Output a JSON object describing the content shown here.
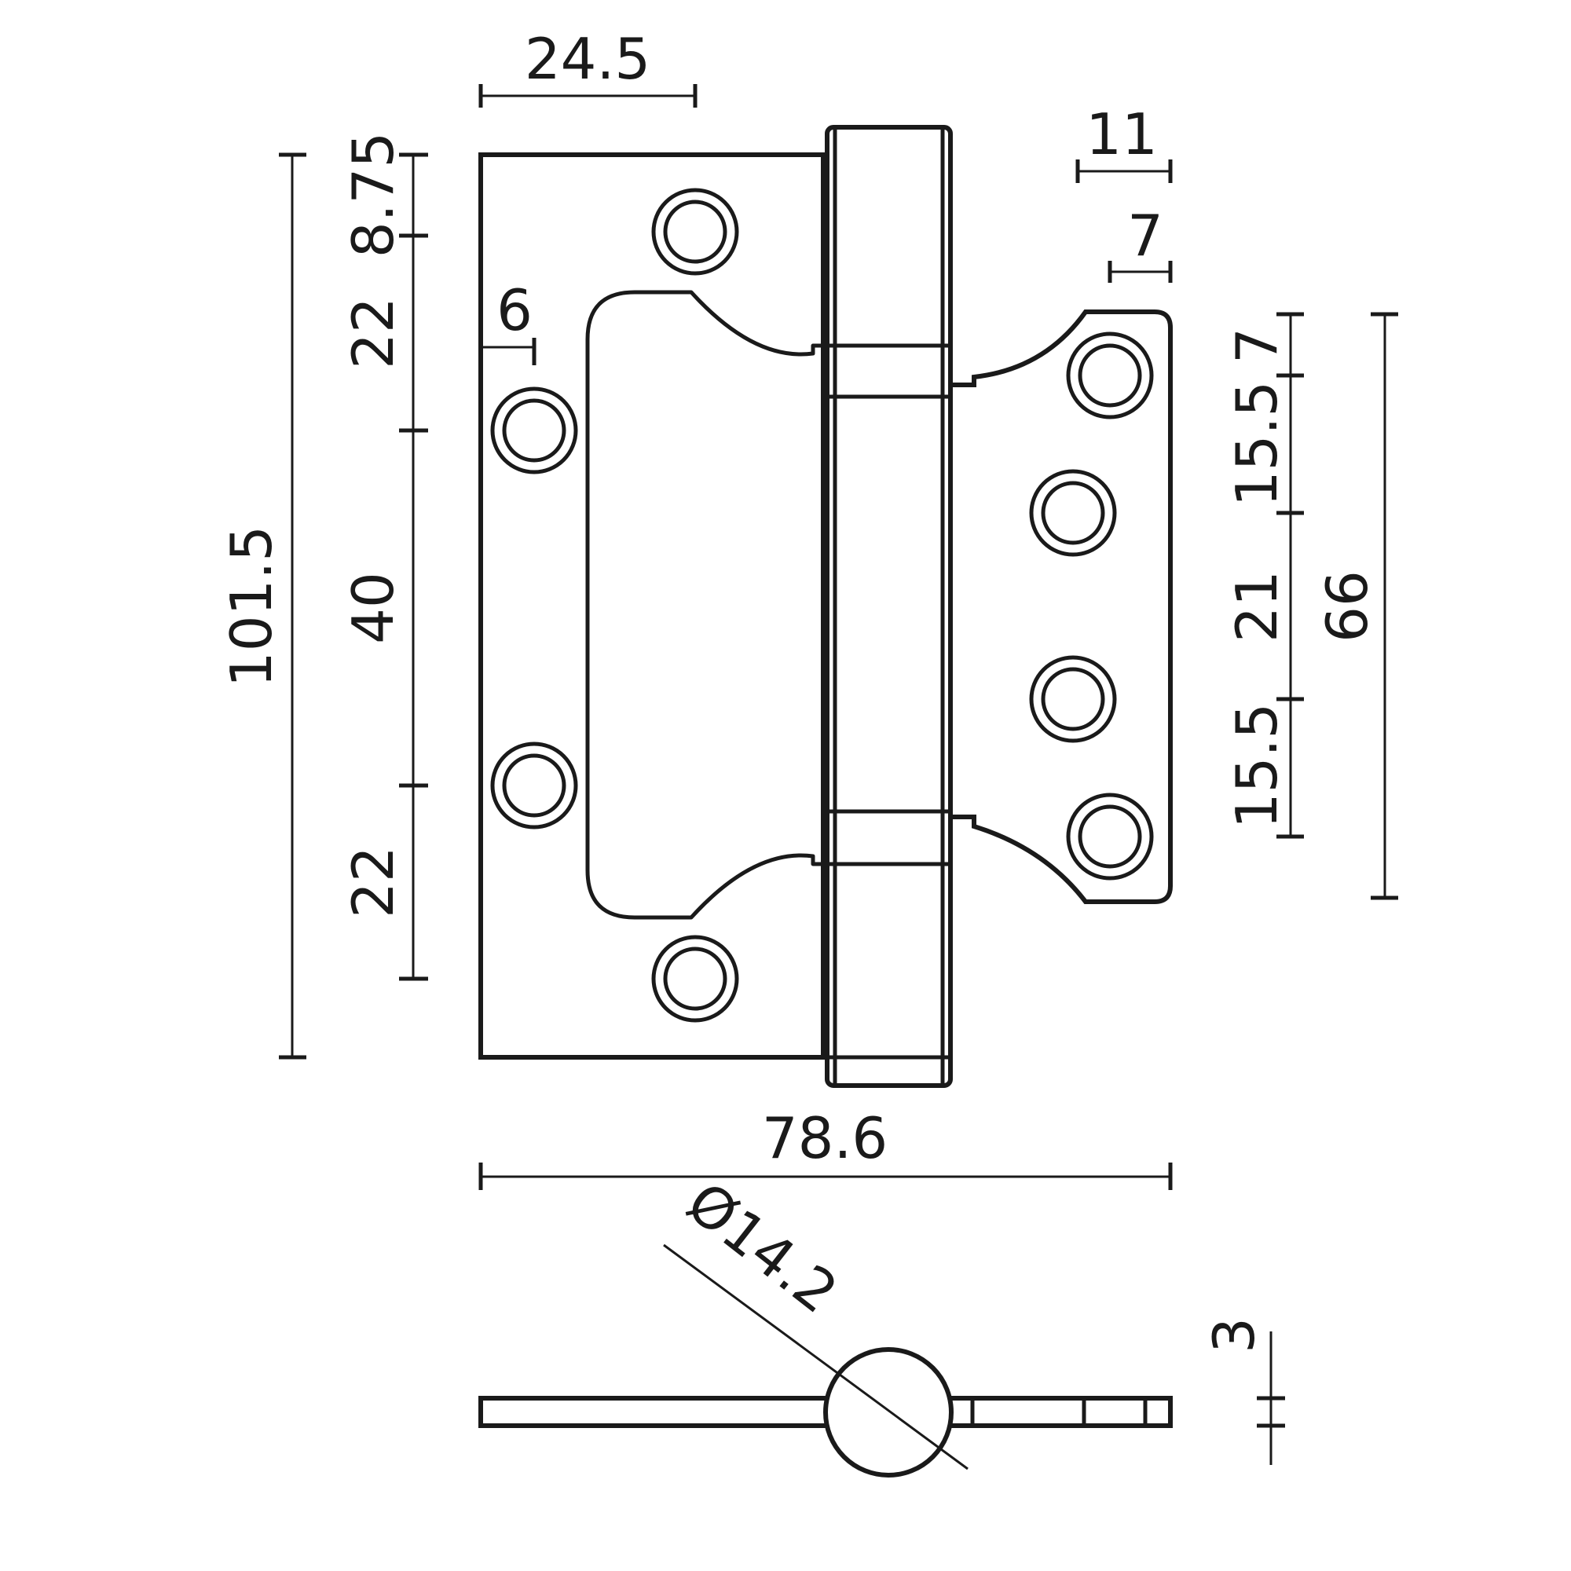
{
  "dimensions": {
    "top_width": "24.5",
    "total_height": "101.5",
    "seg_top": "8.75",
    "seg_22_upper": "22",
    "seg_40": "40",
    "seg_22_lower": "22",
    "hole_offset": "6",
    "right_width": "11",
    "right_small": "7",
    "right_seg_7": "7",
    "right_seg_15_5_upper": "15.5",
    "right_seg_21": "21",
    "right_seg_15_5_lower": "15.5",
    "right_total": "66",
    "overall_width": "78.6",
    "knuckle_diameter": "Ø14.2",
    "thickness": "3"
  }
}
